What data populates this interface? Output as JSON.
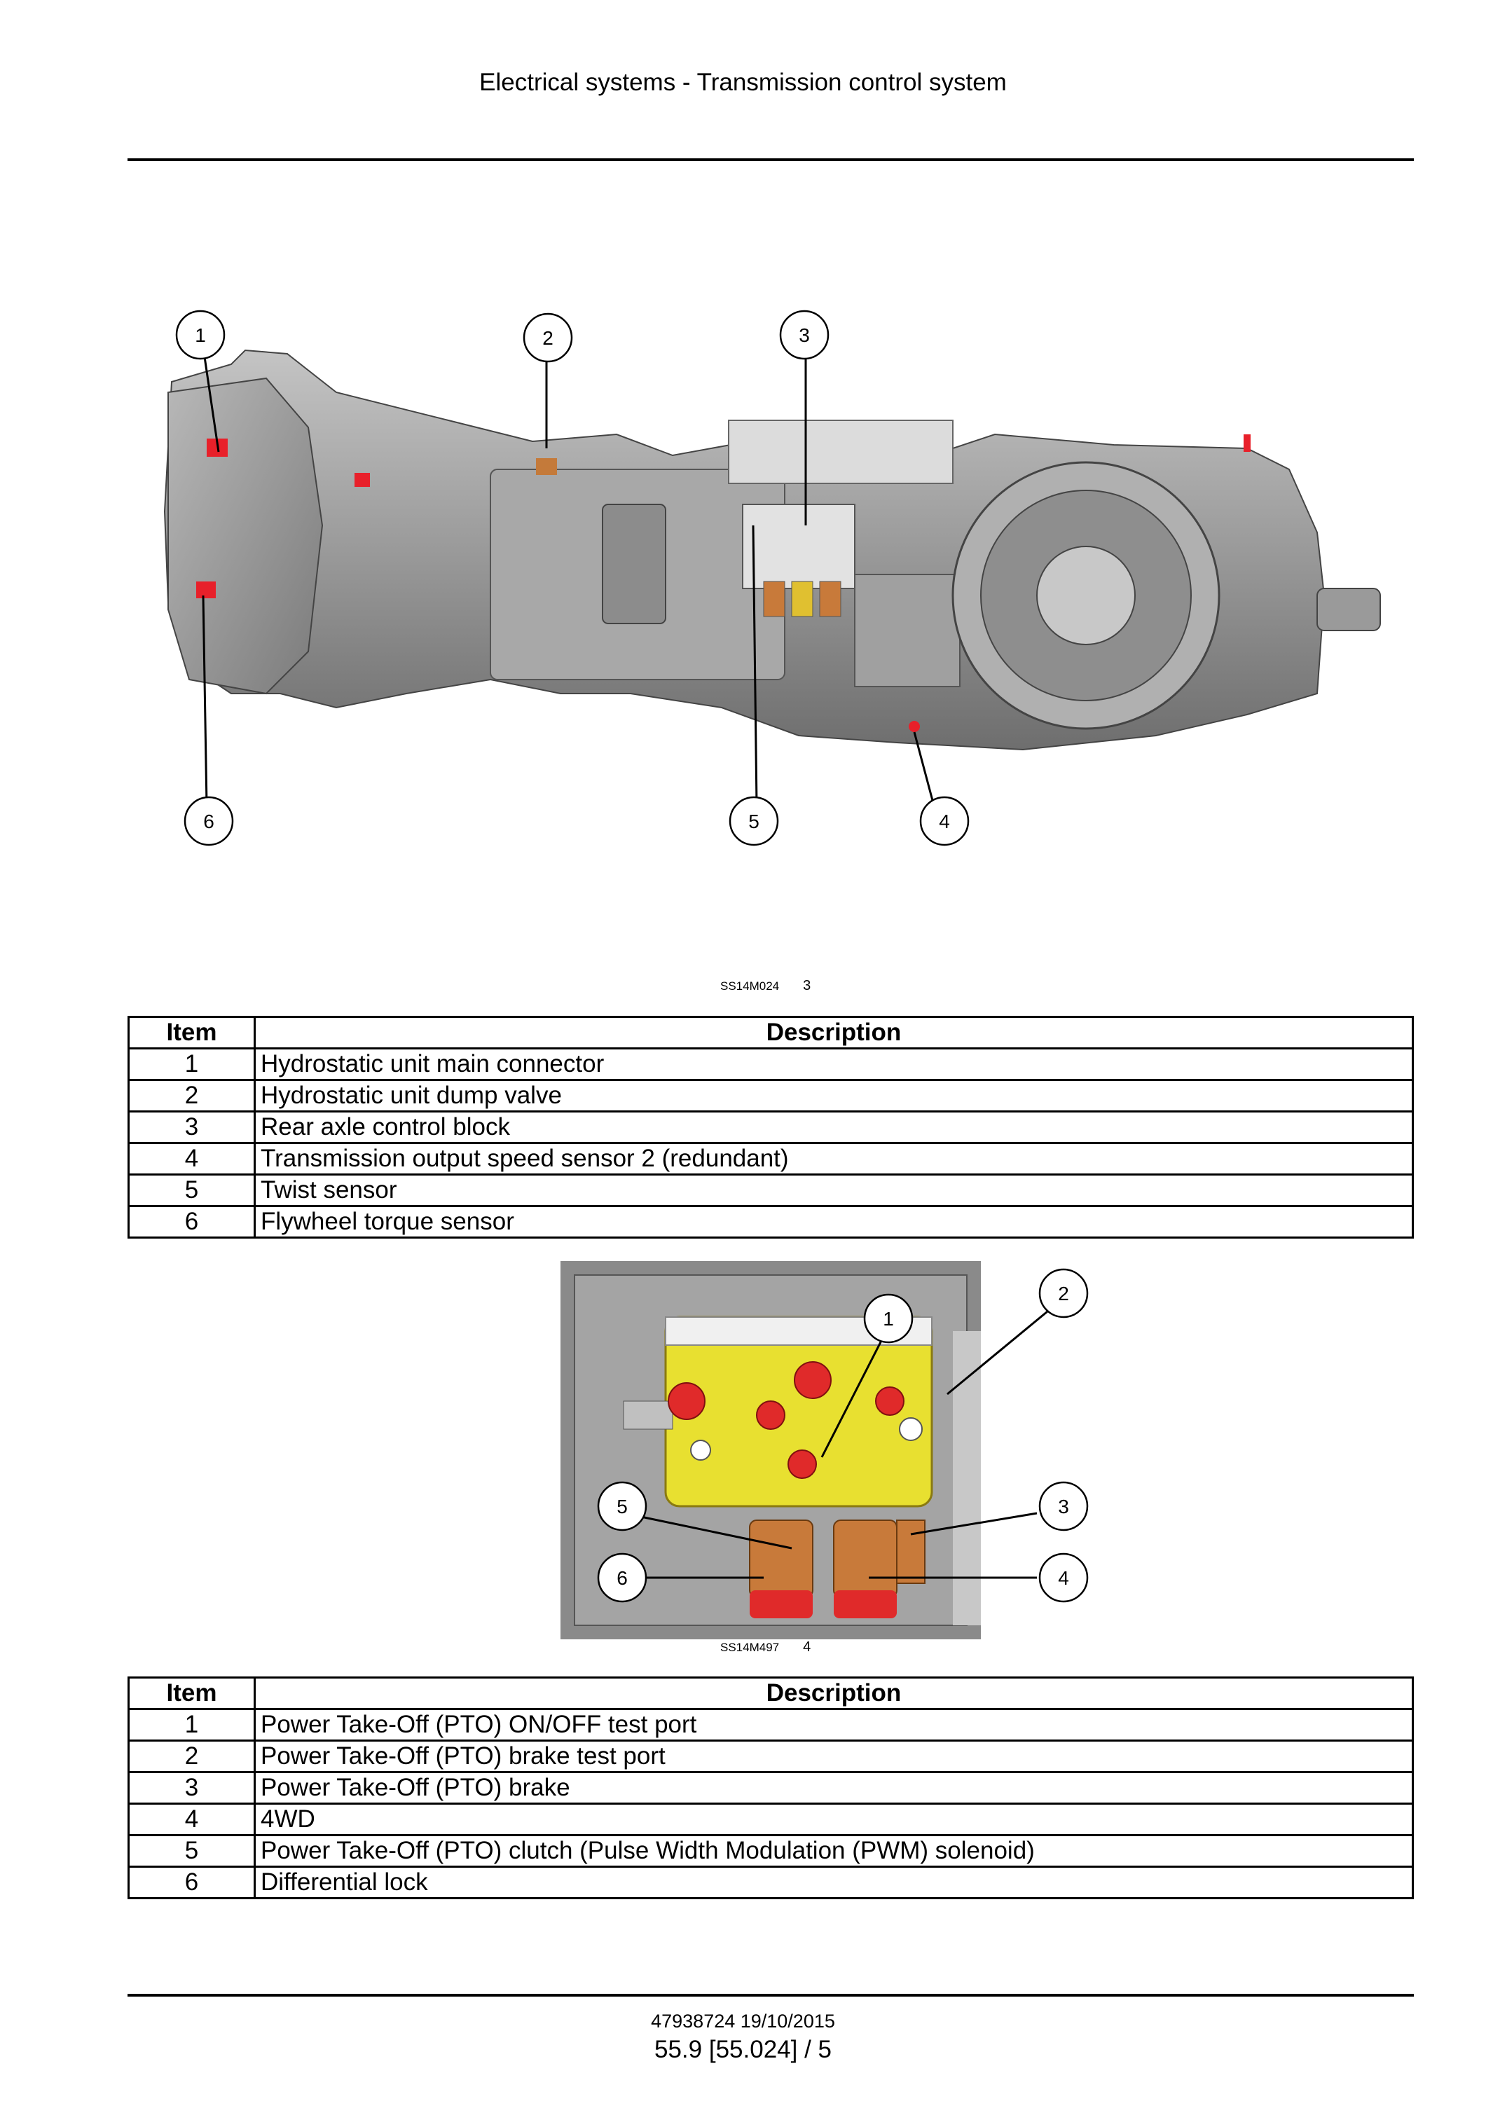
{
  "header": {
    "title": "Electrical systems - Transmission control system"
  },
  "figure1": {
    "code": "SS14M024",
    "number": "3",
    "callouts": [
      "1",
      "2",
      "3",
      "4",
      "5",
      "6"
    ],
    "colors": {
      "casing": "#9a9a9a",
      "highlight": "#e8202a"
    }
  },
  "table1": {
    "headers": {
      "item": "Item",
      "description": "Description"
    },
    "rows": [
      {
        "item": "1",
        "description": "Hydrostatic unit main connector"
      },
      {
        "item": "2",
        "description": "Hydrostatic unit dump valve"
      },
      {
        "item": "3",
        "description": "Rear axle control block"
      },
      {
        "item": "4",
        "description": "Transmission output speed sensor 2 (redundant)"
      },
      {
        "item": "5",
        "description": "Twist sensor"
      },
      {
        "item": "6",
        "description": "Flywheel torque sensor"
      }
    ]
  },
  "figure2": {
    "code": "SS14M497",
    "number": "4",
    "callouts": [
      "1",
      "2",
      "3",
      "4",
      "5",
      "6"
    ],
    "colors": {
      "block": "#e8e030",
      "plug": "#e02a2a",
      "solenoid": "#c87a3a"
    }
  },
  "table2": {
    "headers": {
      "item": "Item",
      "description": "Description"
    },
    "rows": [
      {
        "item": "1",
        "description": "Power Take-Off (PTO) ON/OFF test port"
      },
      {
        "item": "2",
        "description": "Power Take-Off (PTO) brake test port"
      },
      {
        "item": "3",
        "description": "Power Take-Off (PTO) brake"
      },
      {
        "item": "4",
        "description": "4WD"
      },
      {
        "item": "5",
        "description": "Power Take-Off (PTO) clutch (Pulse Width Modulation (PWM) solenoid)"
      },
      {
        "item": "6",
        "description": "Differential lock"
      }
    ]
  },
  "footer": {
    "doc_ref": "47938724 19/10/2015",
    "page_ref": "55.9 [55.024] / 5"
  }
}
